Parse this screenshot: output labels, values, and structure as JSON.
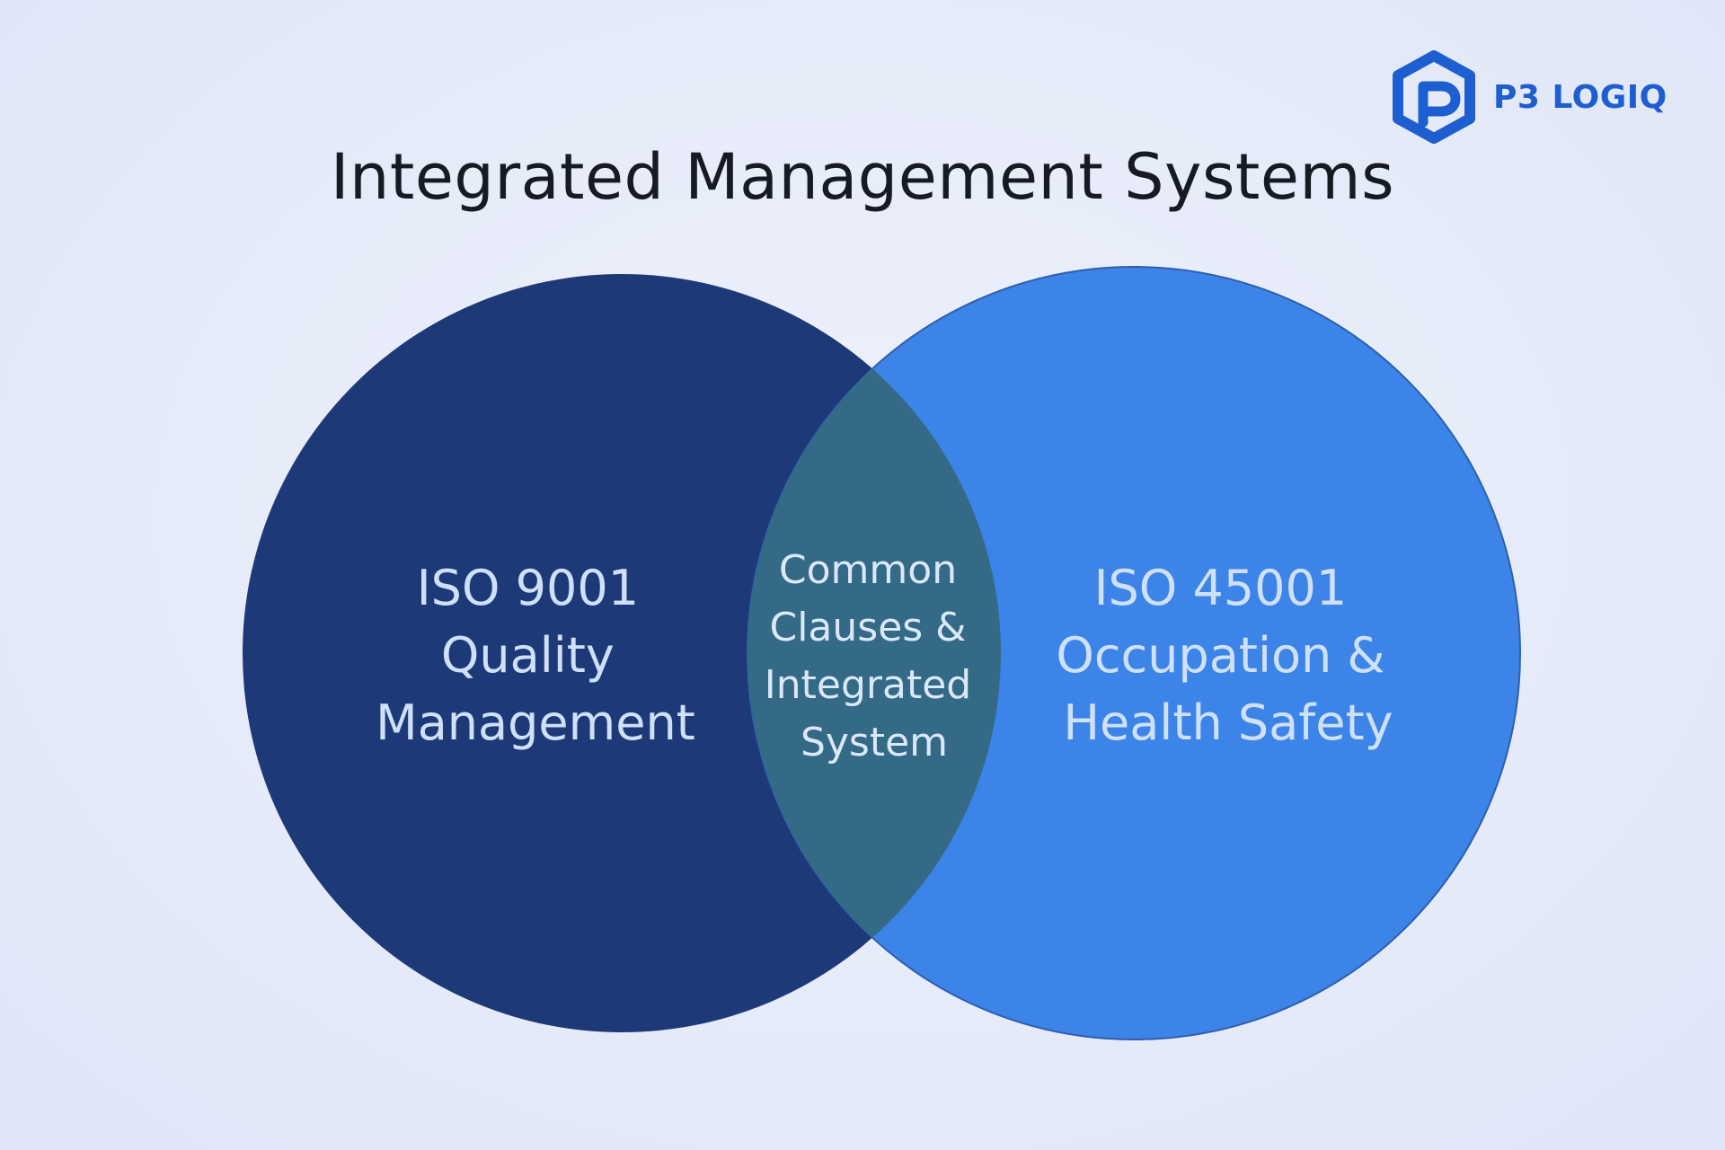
{
  "brand": {
    "name": "P3 LOGIQ",
    "icon": "hexagon-p-logo-icon",
    "color": "#1d5ed0"
  },
  "title": "Integrated Management Systems",
  "venn": {
    "left": {
      "lines": [
        "ISO 9001",
        "Quality",
        "Management"
      ],
      "color": "#1d3978"
    },
    "right": {
      "lines": [
        "ISO 45001",
        "Occupation &",
        "Health Safety"
      ],
      "color": "#3c84e8"
    },
    "overlap": {
      "lines": [
        "Common",
        "Clauses &",
        "Integrated",
        "System"
      ],
      "color": "#346a86"
    }
  }
}
